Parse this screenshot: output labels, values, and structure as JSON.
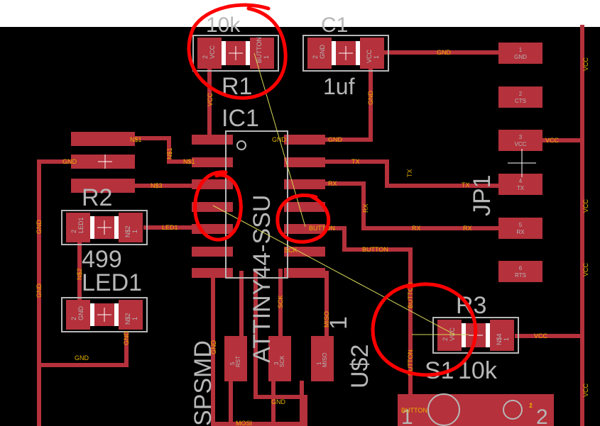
{
  "colors": {
    "background": "#000000",
    "canvas_top": "#ffffff",
    "trace": "#b5313b",
    "pad": "#b5313b",
    "silkscreen": "#b7b7b7",
    "ratsnest": "#d8d85a",
    "annotation": "#ff0000",
    "net_label": "#e8b300"
  },
  "components": {
    "r1": {
      "name": "R1",
      "value": "10k",
      "pad1": "1",
      "pad2": "2",
      "net1": "BUTTON",
      "net2": "VCC"
    },
    "c1": {
      "name": "C1",
      "value": "1uf",
      "pad1": "1",
      "pad2": "2",
      "net1": "VCC",
      "net2": "GND"
    },
    "ic1": {
      "name": "IC1",
      "part": "ATTINY44-SSU"
    },
    "r2": {
      "name": "R2",
      "value": "499",
      "pad1": "1",
      "pad2": "2",
      "net1": "N$2",
      "net2": "LED1"
    },
    "led1": {
      "name": "LED1",
      "pad1": "1",
      "pad2": "2",
      "net1": "N$2",
      "net2": "GND"
    },
    "r3": {
      "name": "R3",
      "value": "10k",
      "pad1": "1",
      "pad2": "2",
      "net1": "N$4",
      "net2": "VCC"
    },
    "s1": {
      "name": "S1",
      "pad1": "1",
      "pad2": "2",
      "net1": "BUTTON"
    },
    "us2": {
      "name": "U$2",
      "label": "1"
    },
    "spsmd": {
      "name": "SPSMD"
    },
    "jp1": {
      "name": "JP1"
    }
  },
  "header_pins": [
    {
      "num": "1",
      "label": "GND"
    },
    {
      "num": "2",
      "label": "CTS"
    },
    {
      "num": "3",
      "label": "VCC"
    },
    {
      "num": "4",
      "label": "TX"
    },
    {
      "num": "5",
      "label": "RX"
    },
    {
      "num": "6",
      "label": "RTS"
    }
  ],
  "isp_pads": [
    {
      "num": "5",
      "label": "RST"
    },
    {
      "num": "3",
      "label": "SCK"
    },
    {
      "num": "1",
      "label": "MISO"
    }
  ],
  "nets": {
    "gnd": "GND",
    "vcc": "VCC",
    "tx": "TX",
    "rx": "RX",
    "n1": "N$1",
    "n2": "N$2",
    "n3": "N$3",
    "button": "BUTTON",
    "sck": "SCK",
    "miso": "MISO",
    "mosi": "MOSI",
    "led1": "LED1"
  }
}
